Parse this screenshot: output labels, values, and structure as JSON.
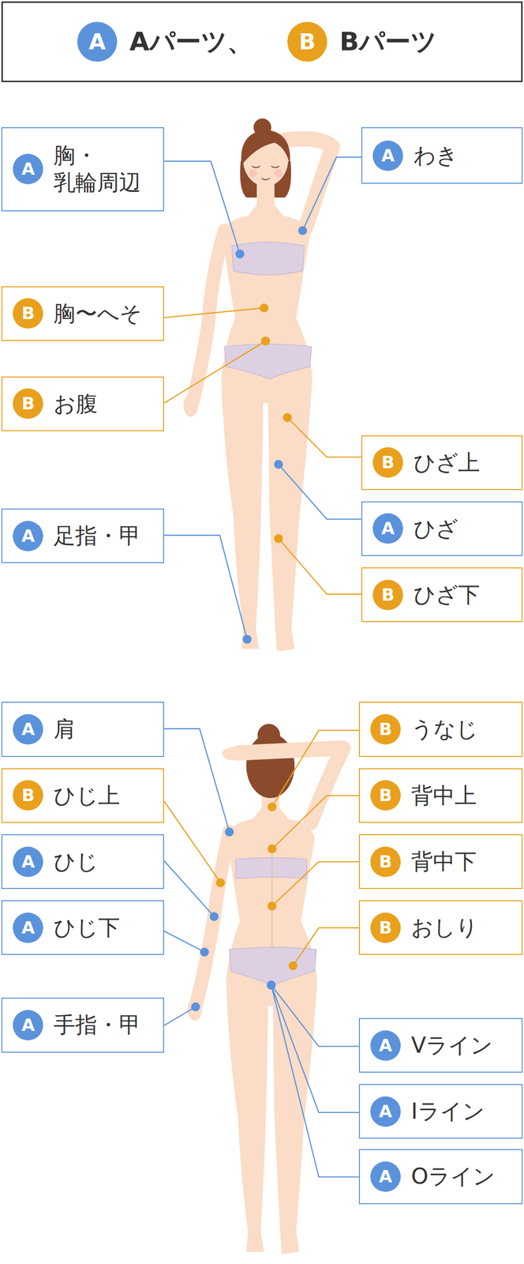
{
  "diagram": {
    "nodes": [
      {
        "text": [
          "A",
          "胸・ 乳輪周辺"
        ]
      },
      {
        "text": [
          "A",
          "わき"
        ]
      },
      {
        "text": [
          "B",
          "胸〜へそ"
        ]
      },
      {
        "text": [
          "B",
          "お腹"
        ]
      },
      {
        "text": [
          "B",
          "ひざ上"
        ]
      },
      {
        "text": [
          "A",
          "足指・甲"
        ]
      },
      {
        "text": [
          "A",
          "ひざ"
        ]
      },
      {
        "text": [
          "B",
          "ひざ下"
        ]
      },
      {
        "text": [
          "A",
          "肩"
        ]
      },
      {
        "text": [
          "B",
          "うなじ"
        ]
      },
      {
        "text": [
          "B",
          "ひじ上"
        ]
      },
      {
        "text": [
          "B",
          "背中上"
        ]
      },
      {
        "text": [
          "A",
          "ひじ"
        ]
      },
      {
        "text": [
          "B",
          "背中下"
        ]
      },
      {
        "text": [
          "A",
          "ひじ下"
        ]
      },
      {
        "text": [
          "B",
          "おしり"
        ]
      },
      {
        "text": [
          "A",
          "手指・甲"
        ]
      },
      {
        "text": [
          "A",
          "Vライン"
        ]
      },
      {
        "text": [
          "A",
          "Iライン"
        ]
      },
      {
        "text": [
          "A",
          "Oライン"
        ]
      }
    ],
    "labels": [
      "A",
      "B"
    ],
    "legend": [
      {
        "text": "Aパーツ、",
        "color": "#5b92dc"
      },
      {
        "text": "Bパーツ",
        "color": "#e9a01c"
      }
    ]
  }
}
